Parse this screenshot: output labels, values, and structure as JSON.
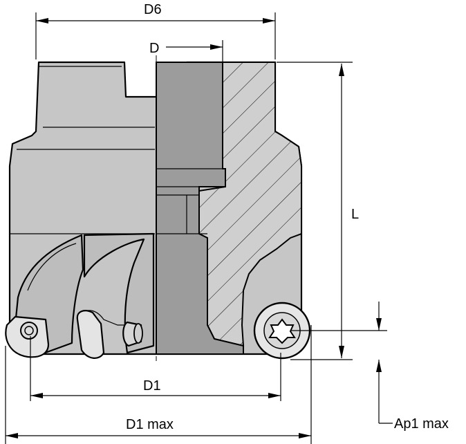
{
  "labels": {
    "d6": "D6",
    "d": "D",
    "l": "L",
    "d1": "D1",
    "d1_max": "D1 max",
    "ap1_max": "Ap1 max"
  },
  "colors": {
    "body": "#c8c8c8",
    "section_dark": "#9a9a9a",
    "section_hatch": "#c8c8c8",
    "insert": "#e0e0e0",
    "line": "#000000"
  }
}
